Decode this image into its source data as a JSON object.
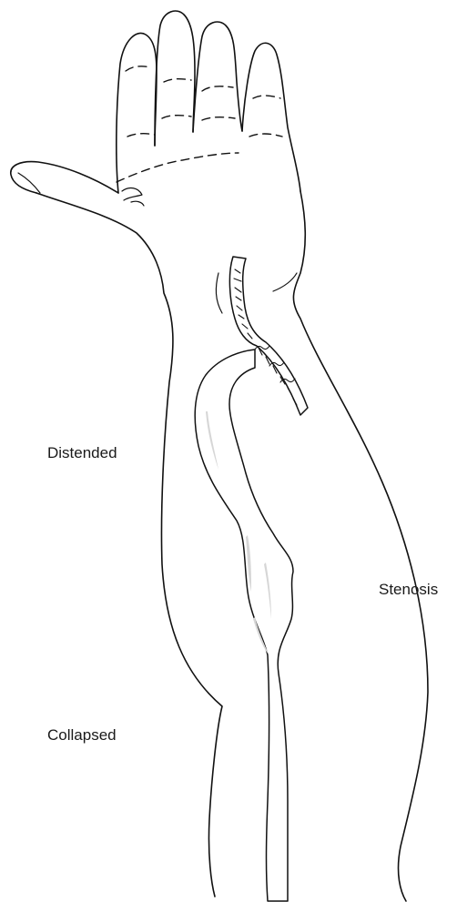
{
  "labels": {
    "distended": "Distended",
    "stenosis": "Stenosis",
    "collapsed": "Collapsed"
  },
  "colors": {
    "outline": "#111111",
    "vein_shading": "#d6d6d6",
    "background": "#ffffff"
  }
}
